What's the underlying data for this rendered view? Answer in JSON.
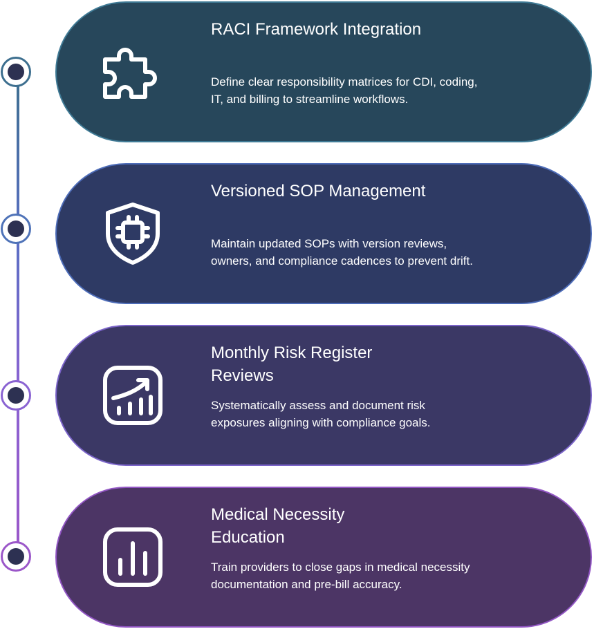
{
  "colors": {
    "card1": "#27475b",
    "card2": "#2e3a64",
    "card3": "#3b3865",
    "card4": "#4c3565",
    "node_dot": "#2d3152"
  },
  "steps": [
    {
      "icon": "puzzle-icon",
      "title": "RACI Framework Integration",
      "description": "Define clear responsibility matrices for CDI, coding, IT, and billing to streamline workflows."
    },
    {
      "icon": "shield-chip-icon",
      "title": "Versioned SOP Management",
      "description": "Maintain updated SOPs with version reviews, owners, and compliance cadences to prevent drift."
    },
    {
      "icon": "trending-chart-icon",
      "title": "Monthly Risk Register Reviews",
      "description": "Systematically assess and document risk exposures aligning with compliance goals."
    },
    {
      "icon": "bar-chart-icon",
      "title": "Medical Necessity Education",
      "description": "Train providers to close gaps in medical necessity documentation and pre-bill accuracy."
    }
  ]
}
